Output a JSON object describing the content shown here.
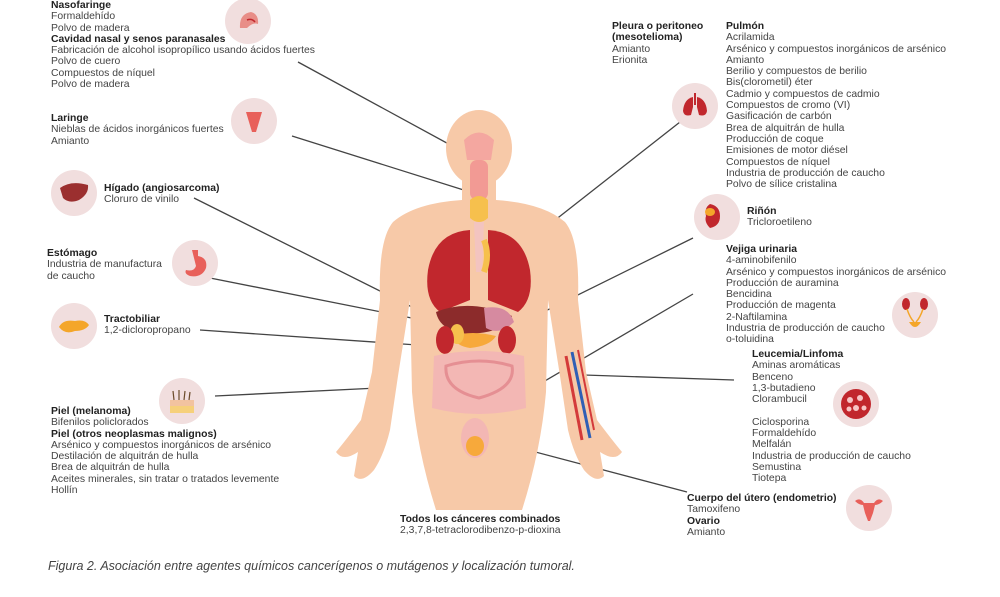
{
  "blocks": {
    "head_neck": [
      {
        "title": "Nasofaringe",
        "items": [
          "Formaldehído",
          "Polvo de madera"
        ]
      },
      {
        "title": "Cavidad nasal y senos paranasales",
        "items": [
          "Fabricación de alcohol isopropílico usando ácidos fuertes",
          "Polvo de cuero",
          "Compuestos de níquel",
          "Polvo de madera"
        ]
      }
    ],
    "laringe": [
      {
        "title": "Laringe",
        "items": [
          "Nieblas de ácidos inorgánicos fuertes",
          "Amianto"
        ]
      }
    ],
    "higado": [
      {
        "title": "Hígado (angiosarcoma)",
        "items": [
          "Cloruro de vinilo"
        ]
      }
    ],
    "estomago": [
      {
        "title": "Estómago",
        "items": [
          "Industria de manufactura",
          "de caucho"
        ]
      }
    ],
    "tractobiliar": [
      {
        "title": "Tractobiliar",
        "items": [
          "1,2-dicloropropano"
        ]
      }
    ],
    "piel": [
      {
        "title": "Piel (melanoma)",
        "items": [
          "Bifenilos policlorados"
        ]
      },
      {
        "title": "Piel (otros neoplasmas malignos)",
        "items": [
          "Arsénico y compuestos inorgánicos de arsénico",
          "Destilación de alquitrán de hulla",
          "Brea de alquitrán de hulla",
          "Aceites minerales, sin tratar o tratados levemente",
          "Hollín"
        ]
      }
    ],
    "pleura": [
      {
        "title": "Pleura o peritoneo",
        "title2": "(mesotelioma)",
        "items": [
          "Amianto",
          "Erionita"
        ]
      }
    ],
    "pulmon": [
      {
        "title": "Pulmón",
        "items": [
          "Acrilamida",
          "Arsénico y compuestos inorgánicos de arsénico",
          "Amianto",
          "Berilio y compuestos de berilio",
          "Bis(clorometil) éter",
          "Cadmio y compuestos de cadmio",
          "Compuestos de cromo (VI)",
          "Gasificación de carbón",
          "Brea de alquitrán de hulla",
          "Producción de coque",
          "Emisiones de motor diésel",
          "Compuestos de níquel",
          "Industria de producción de caucho",
          "Polvo de sílice cristalina"
        ]
      }
    ],
    "rinon": [
      {
        "title": "Riñón",
        "items": [
          "Tricloroetileno"
        ]
      }
    ],
    "vejiga": [
      {
        "title": "Vejiga urinaria",
        "items": [
          "4-aminobifenilo",
          "Arsénico y compuestos inorgánicos de arsénico",
          "Producción de auramina",
          "Bencidina",
          "Producción de magenta",
          "2-Naftilamina",
          "Industria de producción de caucho",
          "o-toluidina"
        ]
      }
    ],
    "leucemia": [
      {
        "title": "Leucemia/Linfoma",
        "items": [
          "Aminas aromáticas",
          "Benceno",
          "1,3-butadieno",
          "Clorambucil",
          "",
          "Ciclosporina",
          "Formaldehído",
          "Melfalán",
          "Industria de producción de caucho",
          "Semustina",
          "Tiotepa"
        ]
      }
    ],
    "utero": [
      {
        "title": "Cuerpo del útero (endometrio)",
        "items": [
          "Tamoxifeno"
        ]
      },
      {
        "title": "Ovario",
        "items": [
          "Amianto"
        ]
      }
    ],
    "todos": [
      {
        "title": "Todos los cánceres combinados",
        "items": [
          "2,3,7,8-tetraclorodibenzo-p-dioxina"
        ]
      }
    ]
  },
  "caption": "Figura 2. Asociación entre agentes químicos cancerígenos o mutágenos y localización tumoral.",
  "icons": [
    "nasopharynx-icon",
    "larynx-icon",
    "liver-icon",
    "stomach-icon",
    "pancreas-icon",
    "skin-icon",
    "lungs-icon",
    "kidney-icon",
    "bladder-icon",
    "blood-cells-icon",
    "uterus-icon"
  ],
  "colors": {
    "skin": "#f7c9a8",
    "organ_red": "#c1272d",
    "icon_bg": "#f1dede",
    "line": "#444444"
  }
}
